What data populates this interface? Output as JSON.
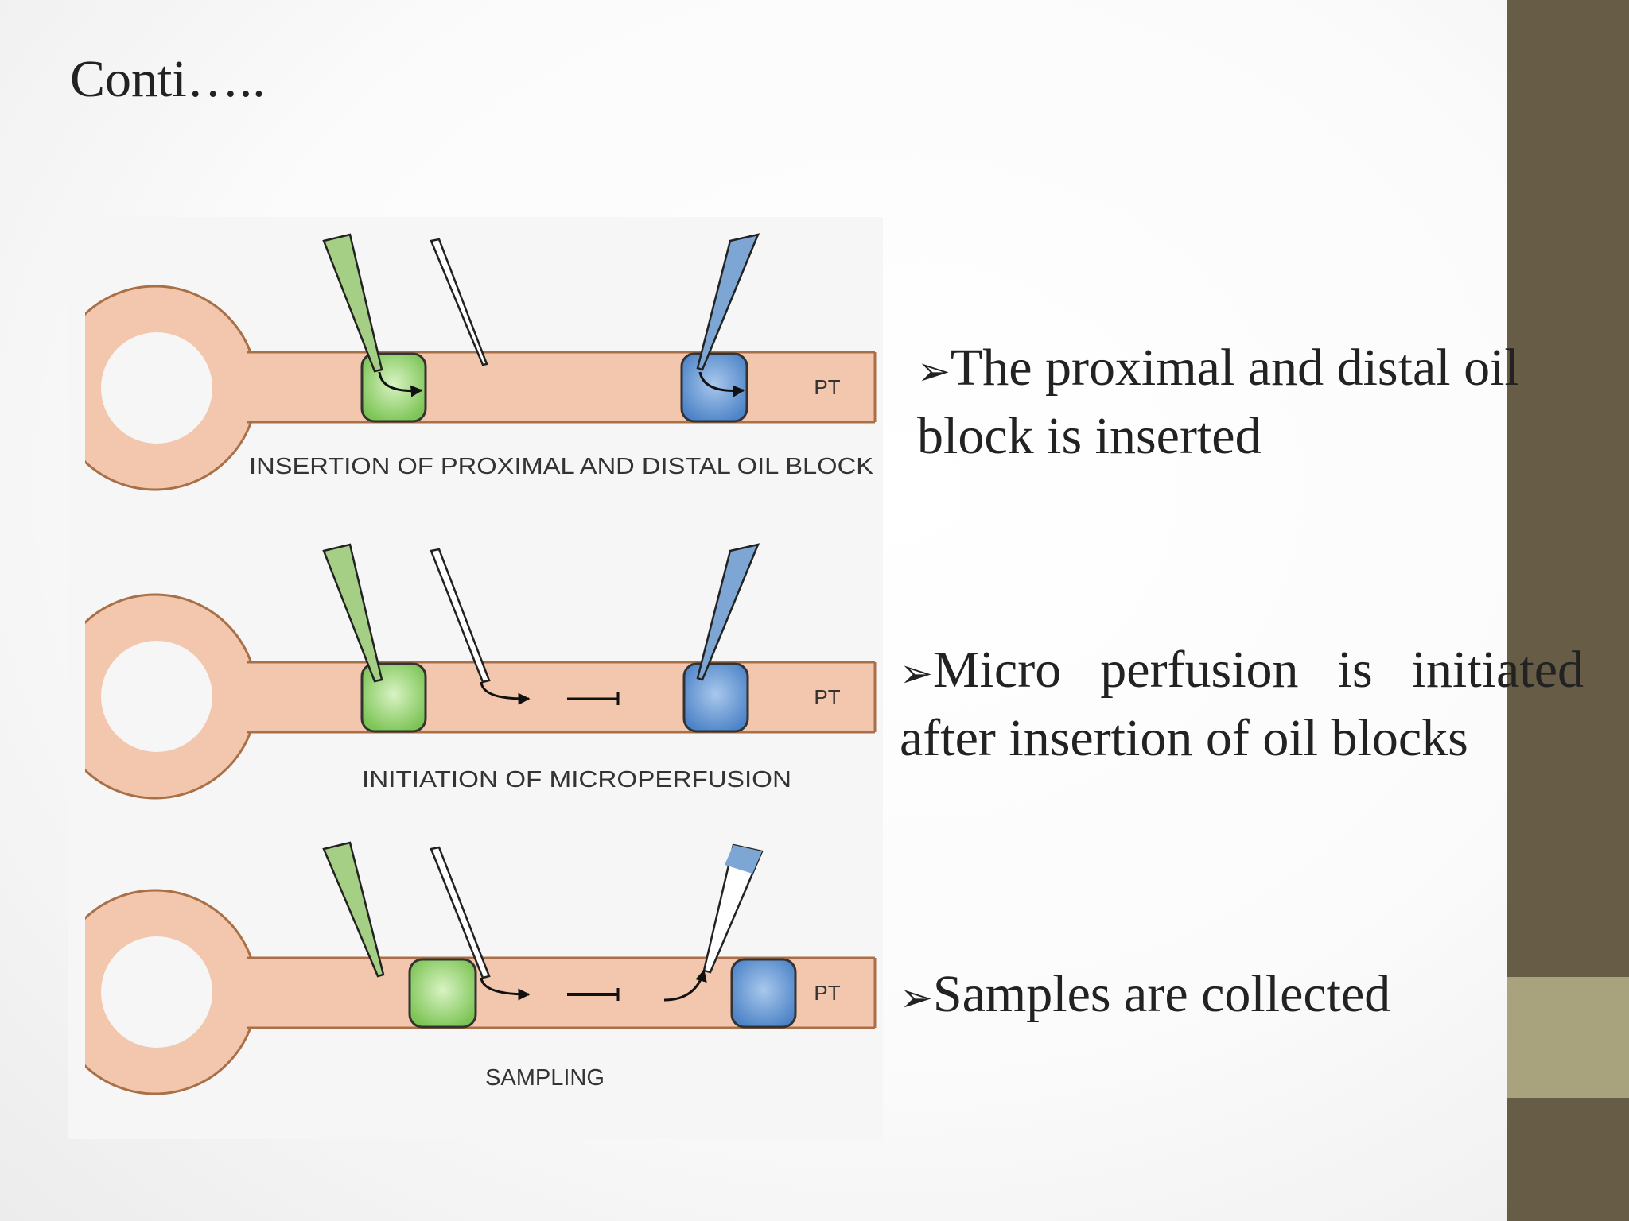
{
  "slide": {
    "title": "Conti…..",
    "accent_color": "#675c45",
    "accent_highlight_color": "#a8a37d"
  },
  "diagram": {
    "panels": [
      {
        "caption": "INSERTION OF PROXIMAL AND DISTAL OIL BLOCK",
        "tubule_label": "PT"
      },
      {
        "caption": "INITIATION OF MICROPERFUSION",
        "tubule_label": "PT"
      },
      {
        "caption": "SAMPLING",
        "tubule_label": "PT"
      }
    ],
    "colors": {
      "tubule": "#f3c7ad",
      "tubule_outline": "#a96f46",
      "proximal_block": "#8fd06a",
      "distal_block": "#5b8fcf",
      "green_pipette": "#a5cf85",
      "blue_pipette": "#7ea6d4"
    }
  },
  "bullets": [
    {
      "marker": "➢",
      "text": "The proximal and distal oil block is inserted"
    },
    {
      "marker": "➢",
      "text": "Micro perfusion is initiated after insertion of oil blocks"
    },
    {
      "marker": "➢",
      "text": "Samples are collected"
    }
  ]
}
